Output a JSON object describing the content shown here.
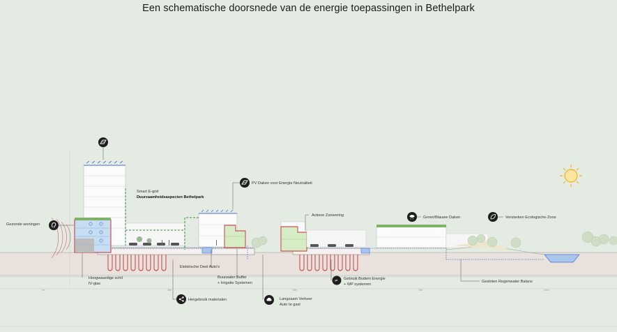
{
  "title": "Een schematische doorsnede van de energie toepassingen in Bethelpark",
  "labels": {
    "smart_egrid": "Smart E-grid",
    "duurzaamheid": "Duurzaamheidsaspecten Bethelpark",
    "pv_daken": "PV Daken voor Energie Neutraliteit",
    "gezonde_woningen": "Gezonde woningen",
    "hoogwaardige_schil_1": "Hoogwaardige schil",
    "hoogwaardige_schil_2": "fV-glas",
    "elektrische_deelautos": "Elektrische Deel Auto's",
    "buurwater_1": "Buurwater Buffer",
    "buurwater_2": "+ Irrigatie Systemen",
    "hergebruik": "Hergebruik materialen",
    "langzaam_1": "Langzaam Verkeer",
    "langzaam_2": "Auto te gast",
    "actieve_zonwering": "Actieve Zonwering",
    "groen_blauwe_daken": "Groen/Blauwe Daken",
    "versterken_ecologische_zone": "Versterken Ecologische Zone",
    "bodem_1": "Gebruik Bodem Energie",
    "bodem_2": "+ WP systemen",
    "geslaten_regenwater": "Gesloten Regenwater Balans"
  },
  "icons": {
    "solar_panel": "solar-panel-icon",
    "health": "ear-health-icon",
    "share": "share-icon",
    "car": "car-icon",
    "leaf": "leaf-icon",
    "cloud_rain": "cloud-rain-icon",
    "sun": "sun-icon"
  },
  "colors": {
    "background": "#e4ebe3",
    "green_dashed": "#3d8a3d",
    "blue_dotted": "#4a6ed0",
    "red_outline": "#c03030",
    "facade_green": "#d6ecc4",
    "building_blue": "#c6ddf2",
    "ground": "#e9e1dc",
    "water": "#a9c6ea",
    "sun": "#f3b11c"
  }
}
